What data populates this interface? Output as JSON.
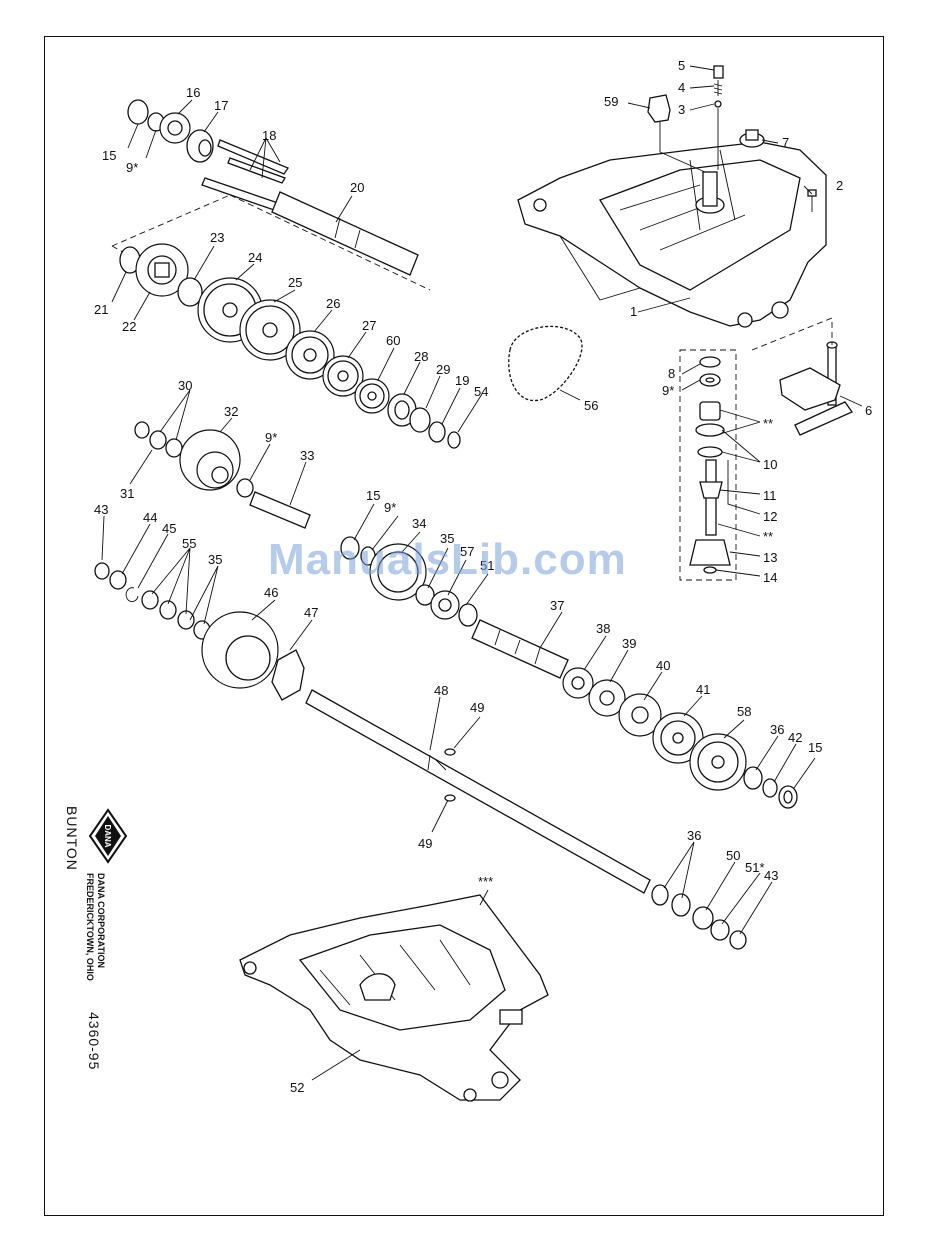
{
  "document": {
    "maker": "BUNTON",
    "corporation_line1": "DANA CORPORATION",
    "corporation_line2": "FREDERICKTOWN, OHIO",
    "doc_number": "4360-95",
    "logo_text": "DANA",
    "watermark": "ManualsLib.com"
  },
  "callouts": {
    "c1": "1",
    "c2": "2",
    "c3": "3",
    "c4": "4",
    "c5": "5",
    "c6": "6",
    "c7": "7",
    "c8": "8",
    "c9a": "9*",
    "c9b": "9*",
    "c9c": "9*",
    "c9d": "9*",
    "c10": "10",
    "c11": "11",
    "c12": "12",
    "c13": "13",
    "c14": "14",
    "c15a": "15",
    "c15b": "15",
    "c15c": "15",
    "c16": "16",
    "c17": "17",
    "c18": "18",
    "c19": "19",
    "c20": "20",
    "c21": "21",
    "c22": "22",
    "c23": "23",
    "c24": "24",
    "c25": "25",
    "c26": "26",
    "c27": "27",
    "c28": "28",
    "c29": "29",
    "c30": "30",
    "c31": "31",
    "c32": "32",
    "c33": "33",
    "c34": "34",
    "c35a": "35",
    "c35b": "35",
    "c36a": "36",
    "c36b": "36",
    "c37": "37",
    "c38": "38",
    "c39": "39",
    "c40": "40",
    "c41": "41",
    "c42": "42",
    "c43a": "43",
    "c43b": "43",
    "c44": "44",
    "c45": "45",
    "c46": "46",
    "c47": "47",
    "c48": "48",
    "c49a": "49",
    "c49b": "49",
    "c50": "50",
    "c51a": "51",
    "c51b": "51*",
    "c52": "52",
    "c54": "54",
    "c55": "55",
    "c56": "56",
    "c57": "57",
    "c58": "58",
    "c59": "59",
    "c60": "60",
    "star2a": "**",
    "star2b": "**",
    "star3": "***"
  }
}
